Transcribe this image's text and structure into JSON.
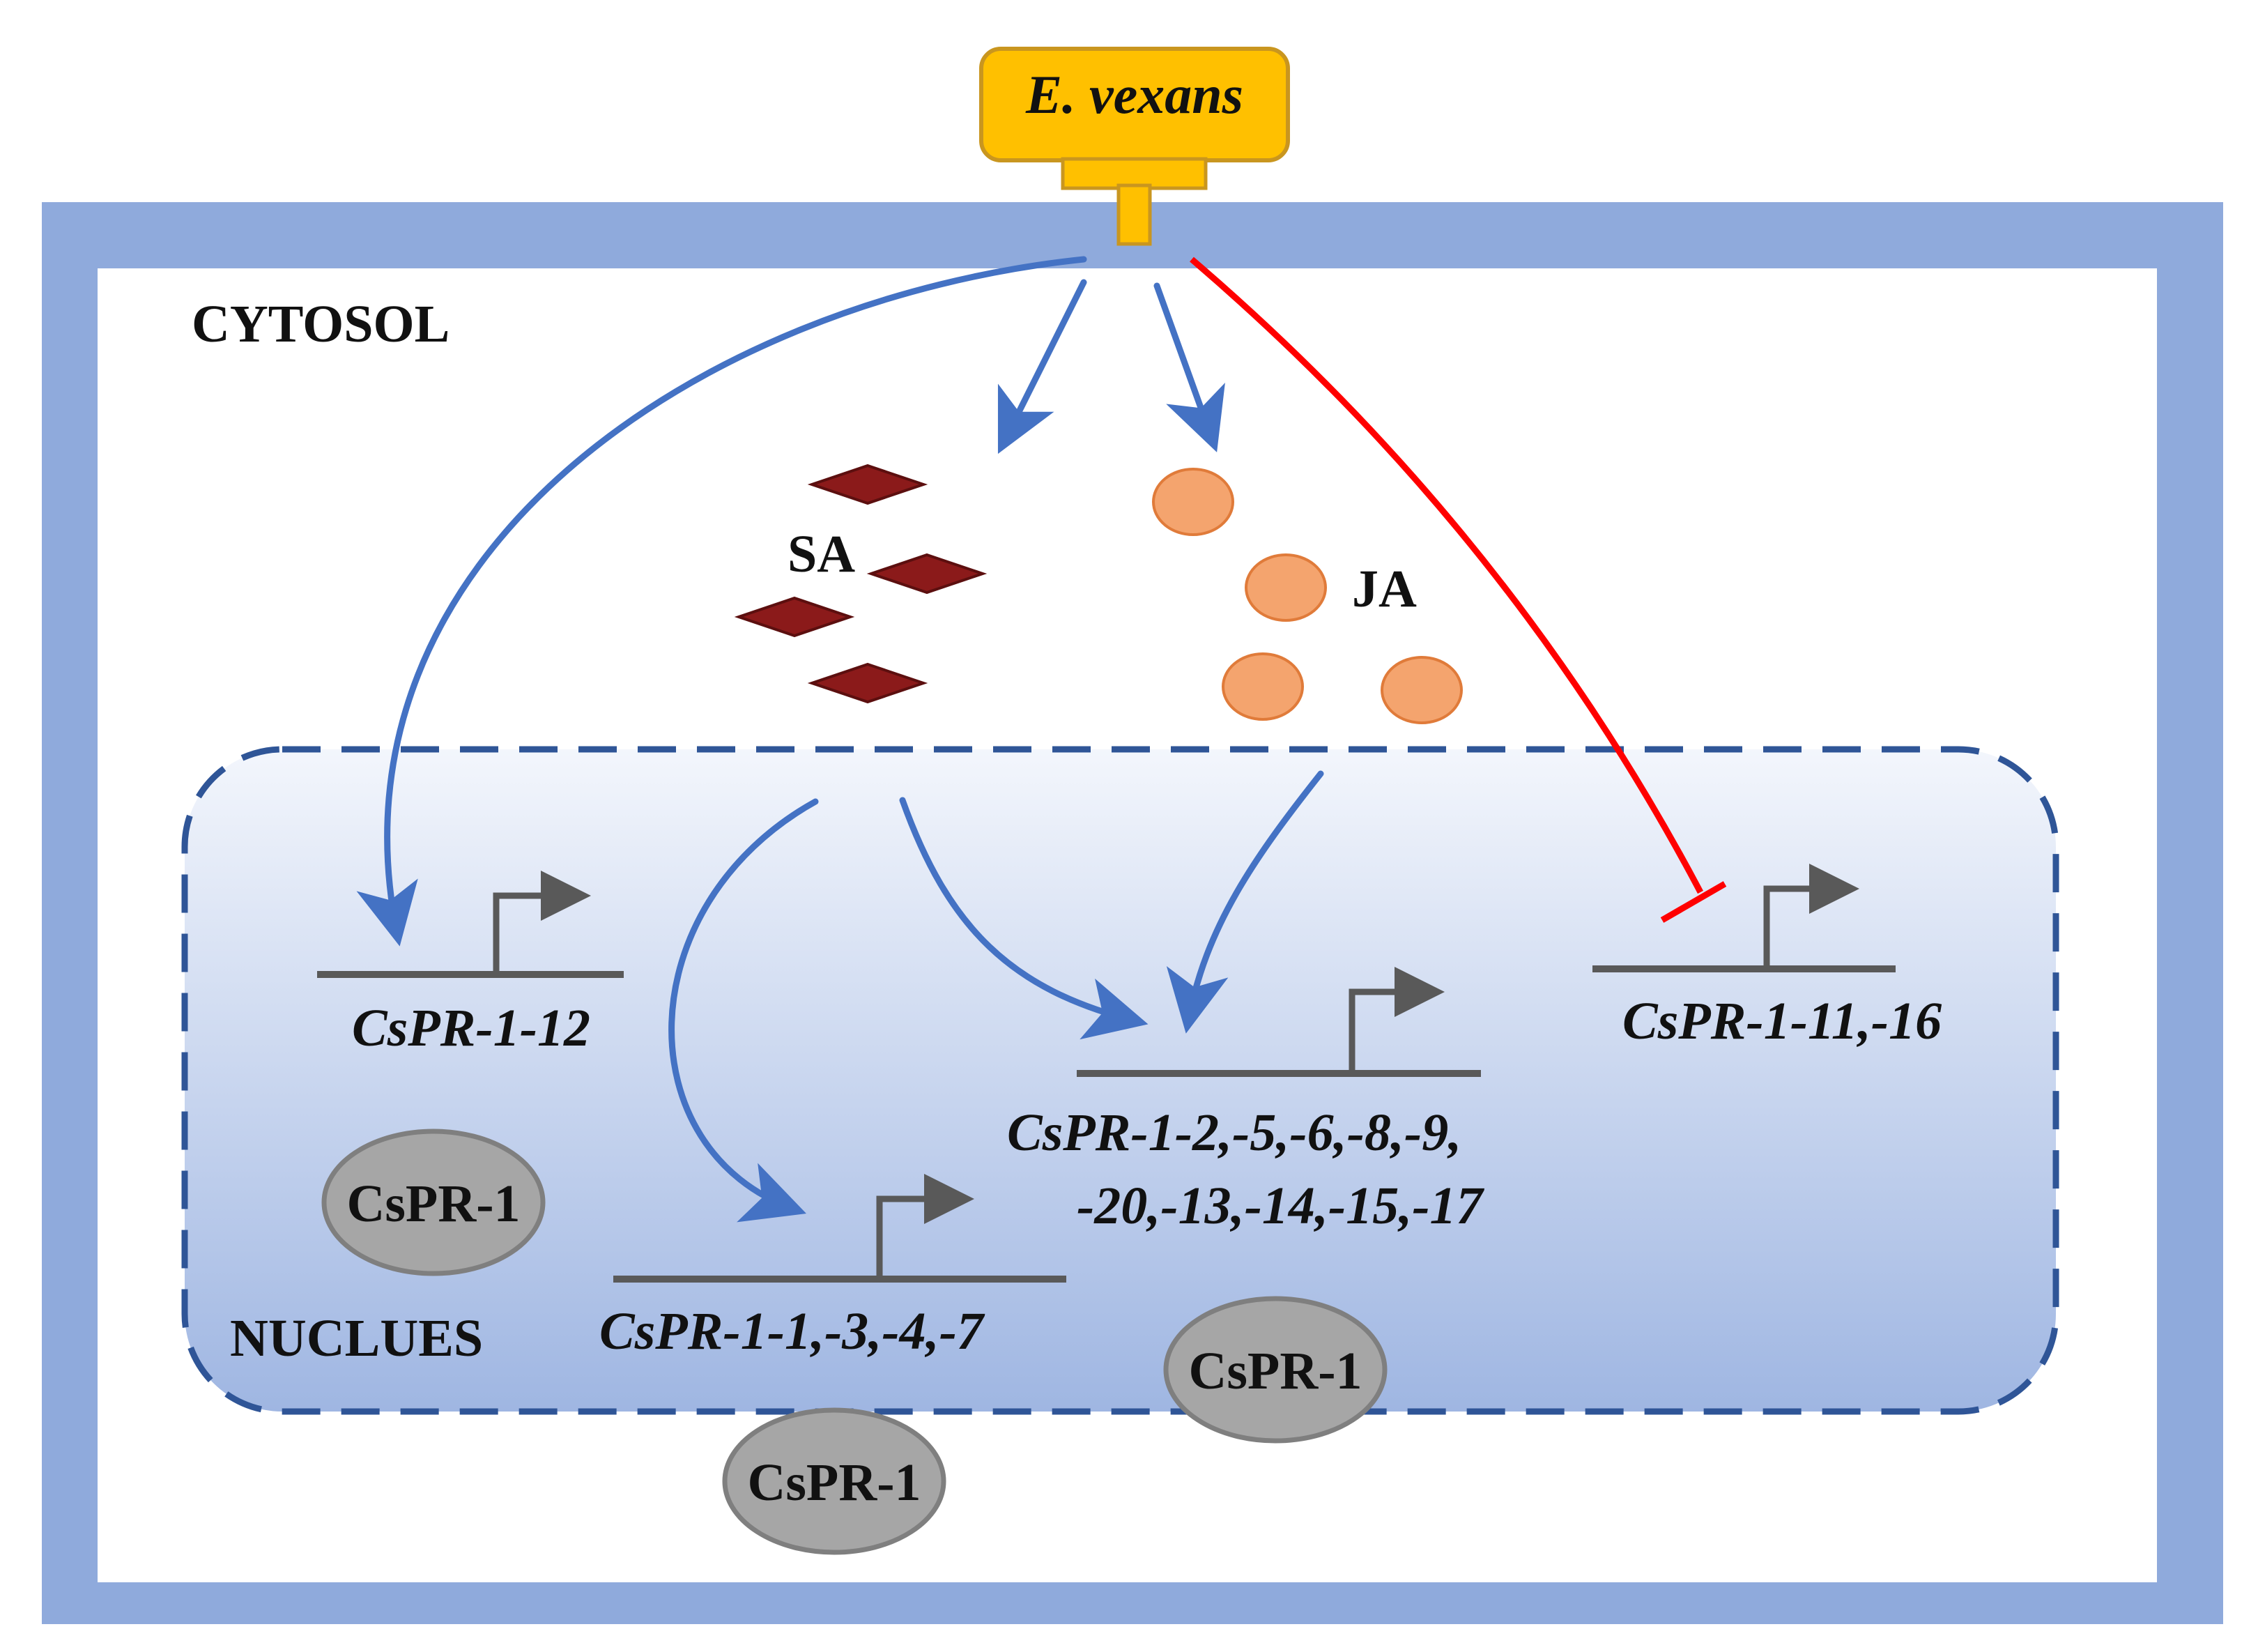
{
  "pathogen": {
    "label": "E. vexans",
    "color": "#FFC000",
    "stroke": "#C9961F"
  },
  "compartments": {
    "cytosol_label": "CYTOSOL",
    "nucleus_label": "NUCLUES",
    "cell_wall_color": "#8FAADC",
    "nucleus_border_color": "#2F5597"
  },
  "hormones": [
    {
      "label": "SA",
      "shape": "diamond",
      "color": "#8B1A1A"
    },
    {
      "label": "JA",
      "shape": "circle",
      "color": "#F4A46E"
    }
  ],
  "genes": [
    {
      "label": "CsPR-1-12"
    },
    {
      "label": "CsPR-1-1,-3,-4,-7"
    },
    {
      "label_line1": "CsPR-1-2,-5,-6,-8,-9,",
      "label_line2": "-20,-13,-14,-15,-17"
    },
    {
      "label": "CsPR-1-11,-16"
    }
  ],
  "proteins": [
    "CsPR-1",
    "CsPR-1",
    "CsPR-1"
  ],
  "arrows": {
    "activation_color": "#4472C4",
    "inhibition_color": "#FF0000",
    "promoter_color": "#595959"
  }
}
